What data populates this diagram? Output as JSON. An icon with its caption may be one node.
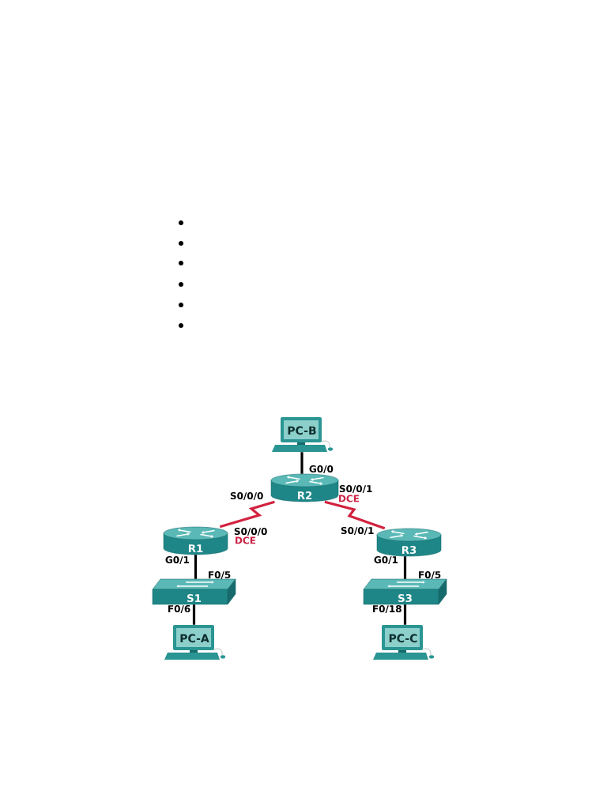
{
  "diagram": {
    "nodes": [
      {
        "text": [
          "PC-B"
        ]
      },
      {
        "text": [
          "R2"
        ],
        "beside": [
          "G0/0",
          "S0/0/0",
          "S0/0/1",
          "DCE"
        ]
      },
      {
        "text": [
          "R1"
        ],
        "beside": [
          "S0/0/0",
          "DCE",
          "G0/1"
        ]
      },
      {
        "text": [
          "R3"
        ],
        "beside": [
          "S0/0/1",
          "G0/1"
        ]
      },
      {
        "text": [
          "S1"
        ],
        "beside": [
          "F0/5",
          "F0/6"
        ]
      },
      {
        "text": [
          "S3"
        ],
        "beside": [
          "F0/5",
          "F0/18"
        ]
      },
      {
        "text": [
          "PC-A"
        ]
      },
      {
        "text": [
          "PC-C"
        ]
      }
    ],
    "edges": [
      {
        "from": 0,
        "to": 1,
        "arrow": "none"
      },
      {
        "from": 1,
        "to": 2,
        "arrow": "none",
        "color": "#d2223f"
      },
      {
        "from": 1,
        "to": 3,
        "arrow": "none",
        "color": "#d2223f"
      },
      {
        "from": 2,
        "to": 4,
        "arrow": "none"
      },
      {
        "from": 3,
        "to": 5,
        "arrow": "none"
      },
      {
        "from": 4,
        "to": 6,
        "arrow": "none"
      },
      {
        "from": 5,
        "to": 7,
        "arrow": "none"
      }
    ]
  }
}
